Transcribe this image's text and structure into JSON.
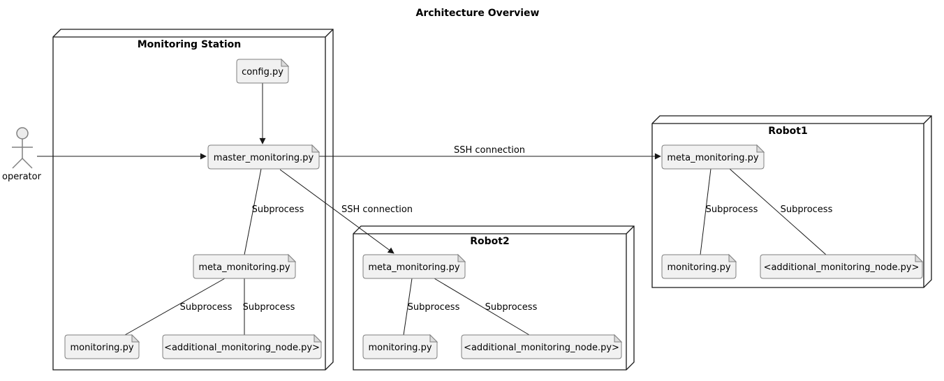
{
  "diagram": {
    "title": "Architecture Overview"
  },
  "actor": {
    "label": "operator"
  },
  "containers": {
    "monitoring_station": {
      "label": "Monitoring Station"
    },
    "robot1": {
      "label": "Robot1"
    },
    "robot2": {
      "label": "Robot2"
    }
  },
  "files": {
    "config": {
      "label": "config.py"
    },
    "master": {
      "label": "master_monitoring.py"
    },
    "ms_meta": {
      "label": "meta_monitoring.py"
    },
    "ms_monitoring": {
      "label": "monitoring.py"
    },
    "ms_additional": {
      "label": "<additional_monitoring_node.py>"
    },
    "r1_meta": {
      "label": "meta_monitoring.py"
    },
    "r1_monitoring": {
      "label": "monitoring.py"
    },
    "r1_additional": {
      "label": "<additional_monitoring_node.py>"
    },
    "r2_meta": {
      "label": "meta_monitoring.py"
    },
    "r2_monitoring": {
      "label": "monitoring.py"
    },
    "r2_additional": {
      "label": "<additional_monitoring_node.py>"
    }
  },
  "edges": {
    "master_to_r1": {
      "label": "SSH connection"
    },
    "master_to_r2": {
      "label": "SSH connection"
    },
    "master_to_ms_meta": {
      "label": "Subprocess"
    },
    "ms_meta_to_monitoring": {
      "label": "Subprocess"
    },
    "ms_meta_to_additional": {
      "label": "Subprocess"
    },
    "r1_meta_to_monitoring": {
      "label": "Subprocess"
    },
    "r1_meta_to_additional": {
      "label": "Subprocess"
    },
    "r2_meta_to_monitoring": {
      "label": "Subprocess"
    },
    "r2_meta_to_additional": {
      "label": "Subprocess"
    }
  },
  "colors": {
    "background": "#ffffff",
    "node_border": "#181818",
    "node_fill": "#ffffff",
    "file_fill": "#f1f1f1",
    "file_border": "#808080",
    "file_fold": "#dcdcdc",
    "edge_line": "#181818",
    "text": "#000000",
    "actor_line": "#808080",
    "actor_fill": "#ececec"
  }
}
